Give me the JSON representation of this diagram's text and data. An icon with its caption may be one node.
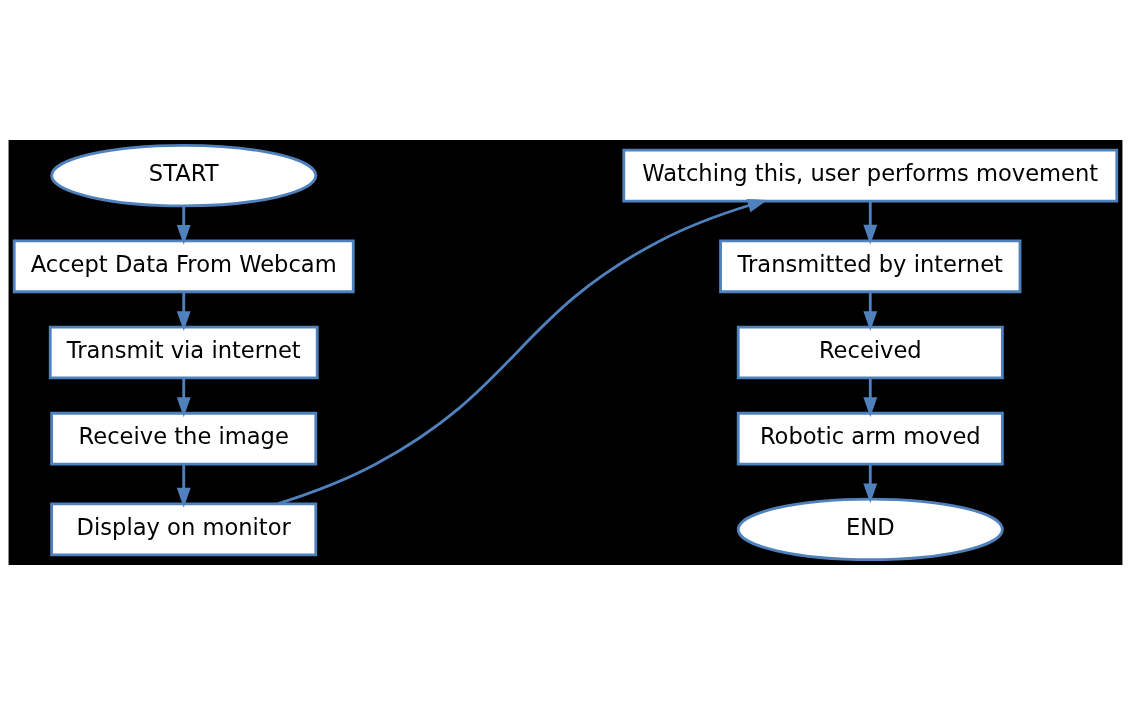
{
  "diagram": {
    "nodes": [
      {
        "text": [
          "START"
        ]
      },
      {
        "text": [
          "Accept Data From Webcam"
        ]
      },
      {
        "text": [
          "Transmit via internet"
        ]
      },
      {
        "text": [
          "Receive the image"
        ]
      },
      {
        "text": [
          "Display on monitor"
        ]
      },
      {
        "text": [
          "Watching this, user performs movement"
        ]
      },
      {
        "text": [
          "Transmitted by internet"
        ]
      },
      {
        "text": [
          "Received"
        ]
      },
      {
        "text": [
          "Robotic arm moved"
        ]
      },
      {
        "text": [
          "END"
        ]
      }
    ],
    "edges": [
      {
        "from": 0,
        "to": 1,
        "arrow": "to"
      },
      {
        "from": 1,
        "to": 2,
        "arrow": "to"
      },
      {
        "from": 2,
        "to": 3,
        "arrow": "to"
      },
      {
        "from": 3,
        "to": 4,
        "arrow": "to"
      },
      {
        "from": 4,
        "to": 5,
        "arrow": "to"
      },
      {
        "from": 5,
        "to": 6,
        "arrow": "to"
      },
      {
        "from": 6,
        "to": 7,
        "arrow": "to"
      },
      {
        "from": 7,
        "to": 8,
        "arrow": "to"
      },
      {
        "from": 8,
        "to": 9,
        "arrow": "to"
      }
    ]
  }
}
